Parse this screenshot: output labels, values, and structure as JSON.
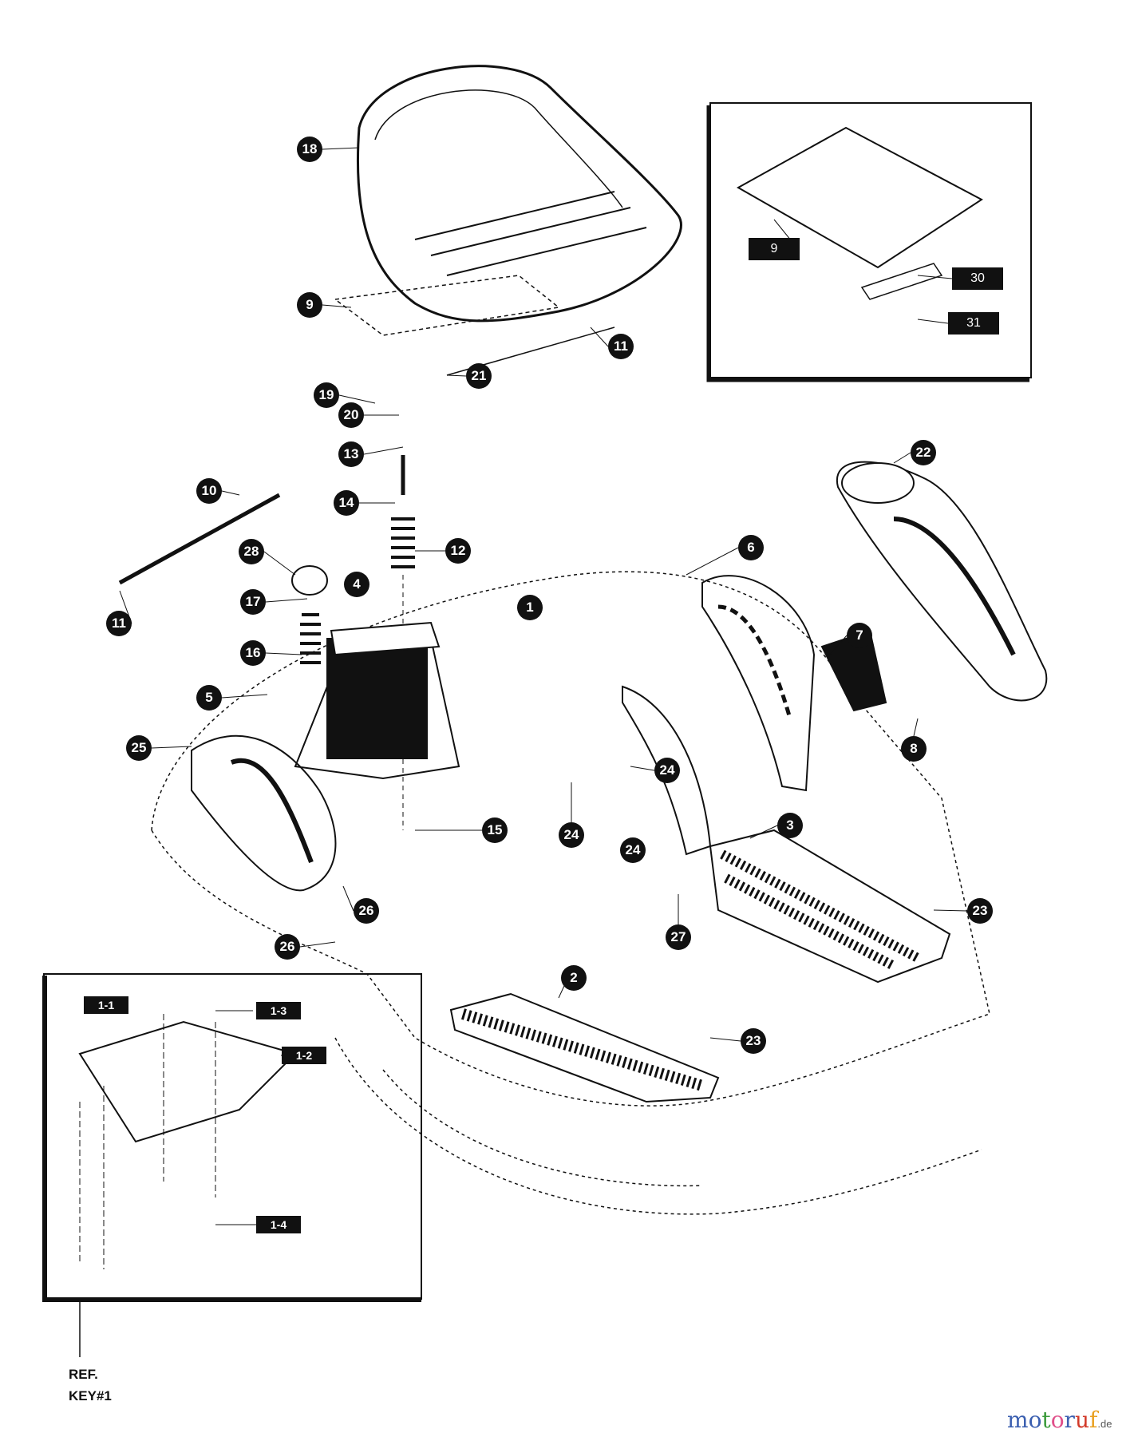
{
  "callouts": [
    "18",
    "9",
    "11",
    "21",
    "19",
    "20",
    "13",
    "10",
    "14",
    "12",
    "28",
    "11",
    "17",
    "4",
    "1",
    "16",
    "5",
    "25",
    "6",
    "7",
    "22",
    "8",
    "24",
    "15",
    "24",
    "3",
    "24",
    "23",
    "26",
    "27",
    "26",
    "2",
    "23"
  ],
  "inset_seat_plate": {
    "labels": [
      "9",
      "30",
      "31"
    ]
  },
  "inset_ref_key1": {
    "labels": [
      "1-1",
      "1-3",
      "1-2",
      "1-4"
    ],
    "ref_line1": "REF.",
    "ref_line2": "KEY#1"
  },
  "watermark": {
    "text": "motoruf",
    "suffix": ".de",
    "colors": [
      "#3b5fb0",
      "#3b5fb0",
      "#3a9a3a",
      "#e0508a",
      "#3b5fb0",
      "#d23a2a",
      "#e9a020"
    ]
  }
}
